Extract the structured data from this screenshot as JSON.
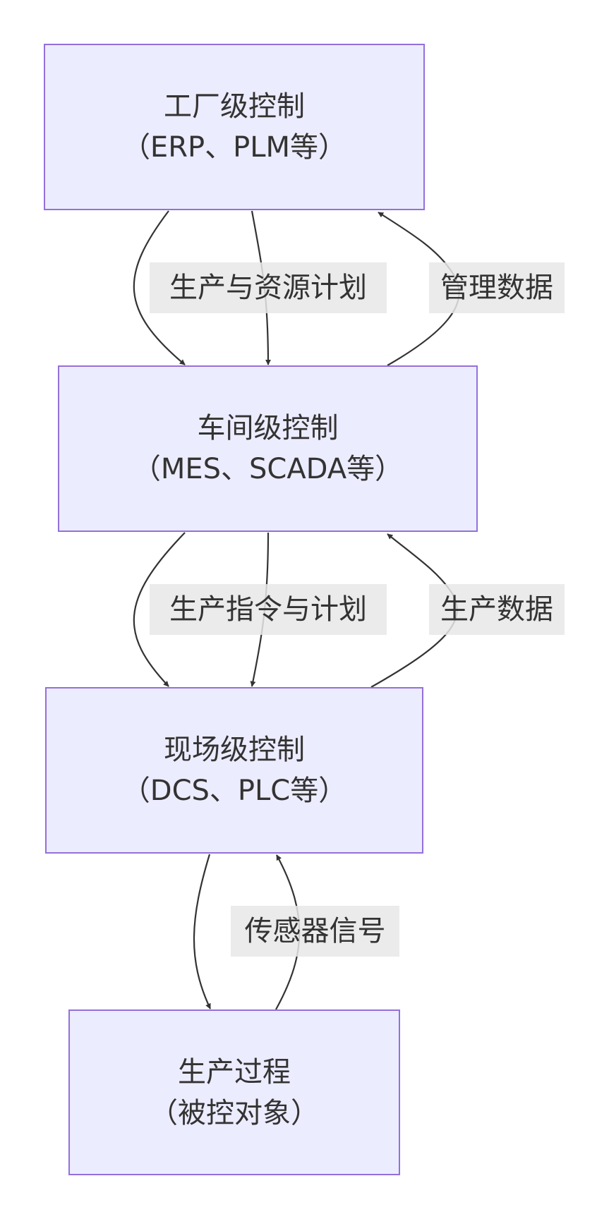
{
  "colors": {
    "node_fill": "#ECECFF",
    "node_border": "#9370DB",
    "edge": "#333333",
    "label_bg": "#E8E8E8",
    "text": "#333333"
  },
  "nodes": [
    {
      "id": "factory",
      "title": "工厂级控制",
      "subtitle": "（ERP、PLM等）"
    },
    {
      "id": "workshop",
      "title": "车间级控制",
      "subtitle": "（MES、SCADA等）"
    },
    {
      "id": "field",
      "title": "现场级控制",
      "subtitle": "（DCS、PLC等）"
    },
    {
      "id": "process",
      "title": "生产过程",
      "subtitle": "（被控对象）"
    }
  ],
  "edges": [
    {
      "from": "factory",
      "to": "workshop",
      "label": "生产与资源计划"
    },
    {
      "from": "factory",
      "to": "workshop",
      "label": ""
    },
    {
      "from": "workshop",
      "to": "factory",
      "label": "管理数据"
    },
    {
      "from": "workshop",
      "to": "field",
      "label": "生产指令与计划"
    },
    {
      "from": "workshop",
      "to": "field",
      "label": ""
    },
    {
      "from": "field",
      "to": "workshop",
      "label": "生产数据"
    },
    {
      "from": "field",
      "to": "process",
      "label": ""
    },
    {
      "from": "process",
      "to": "field",
      "label": "传感器信号"
    }
  ]
}
